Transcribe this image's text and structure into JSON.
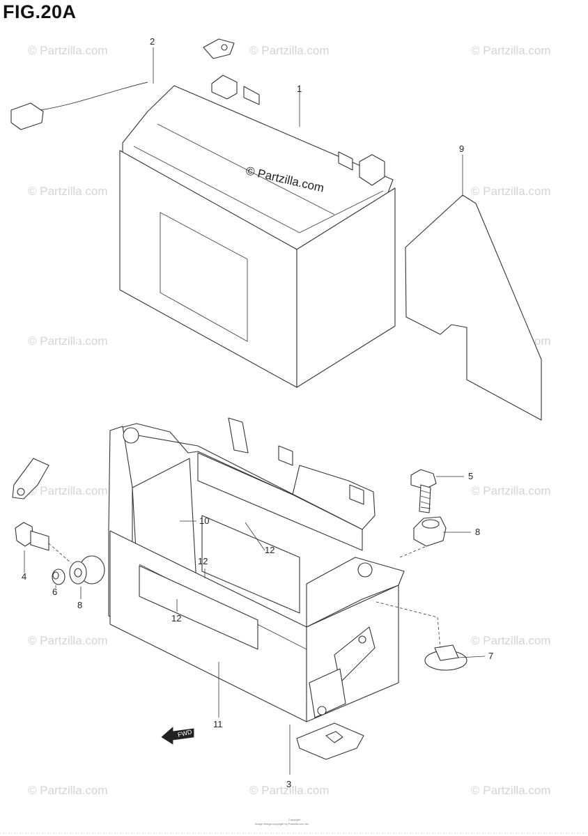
{
  "figure": {
    "title": "FIG.20A"
  },
  "watermark": {
    "text": "© Partzilla.com",
    "center_text": "© Partzilla.com"
  },
  "callouts": {
    "c1": "1",
    "c2": "2",
    "c3": "3",
    "c4": "4",
    "c5": "5",
    "c6": "6",
    "c7": "7",
    "c8a": "8",
    "c8b": "8",
    "c9": "9",
    "c10": "10",
    "c11": "11",
    "c12a": "12",
    "c12b": "12",
    "c12c": "12"
  },
  "fwd_label": "FWD",
  "footer": {
    "line1": "Copyright",
    "line2": "Image design copyright by Partzilla.com Inc."
  }
}
